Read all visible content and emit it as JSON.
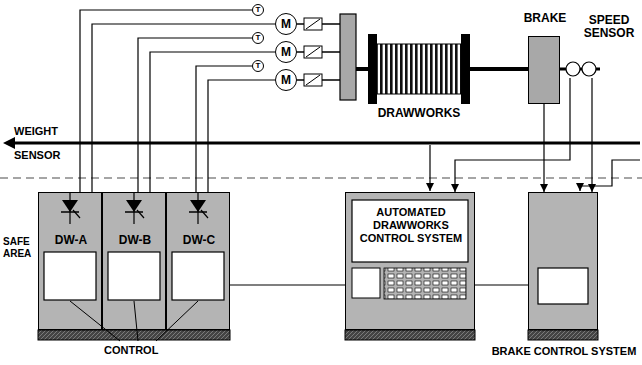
{
  "diagram": {
    "nodes": [
      {
        "text": [
          "T"
        ]
      },
      {
        "text": [
          "M"
        ]
      },
      {
        "text": [
          "T"
        ]
      },
      {
        "text": [
          "M"
        ]
      },
      {
        "text": [
          "T"
        ]
      },
      {
        "text": [
          "M"
        ]
      },
      {
        "text": [
          "DRAWWORKS"
        ]
      },
      {
        "text": [
          "BRAKE"
        ]
      },
      {
        "text": [
          "SPEED SENSOR"
        ]
      },
      {
        "text": [
          "DW-A"
        ]
      },
      {
        "text": [
          "DW-B"
        ]
      },
      {
        "text": [
          "DW-C"
        ]
      },
      {
        "text": [
          "AUTOMATED DRAWWORKS CONTROL SYSTEM"
        ]
      },
      {
        "text": [
          "BRAKE CONTROL SYSTEM"
        ]
      }
    ],
    "edges": [
      {
        "from": 0,
        "to": 9,
        "arrow": "none"
      },
      {
        "from": 1,
        "to": 9,
        "arrow": "none"
      },
      {
        "from": 2,
        "to": 10,
        "arrow": "none"
      },
      {
        "from": 3,
        "to": 10,
        "arrow": "none"
      },
      {
        "from": 4,
        "to": 11,
        "arrow": "none"
      },
      {
        "from": 5,
        "to": 11,
        "arrow": "none"
      },
      {
        "from": 6,
        "to": 7,
        "arrow": "none"
      },
      {
        "from": 7,
        "to": 13,
        "arrow": "to"
      },
      {
        "from": 8,
        "to": 12,
        "arrow": "to"
      },
      {
        "from": 8,
        "to": 13,
        "arrow": "to"
      },
      {
        "from": 11,
        "to": 12,
        "arrow": "none"
      },
      {
        "from": 12,
        "to": 13,
        "arrow": "none"
      }
    ],
    "labels": [
      "WEIGHT SENSOR",
      "SAFE AREA",
      "CONTROL"
    ]
  }
}
